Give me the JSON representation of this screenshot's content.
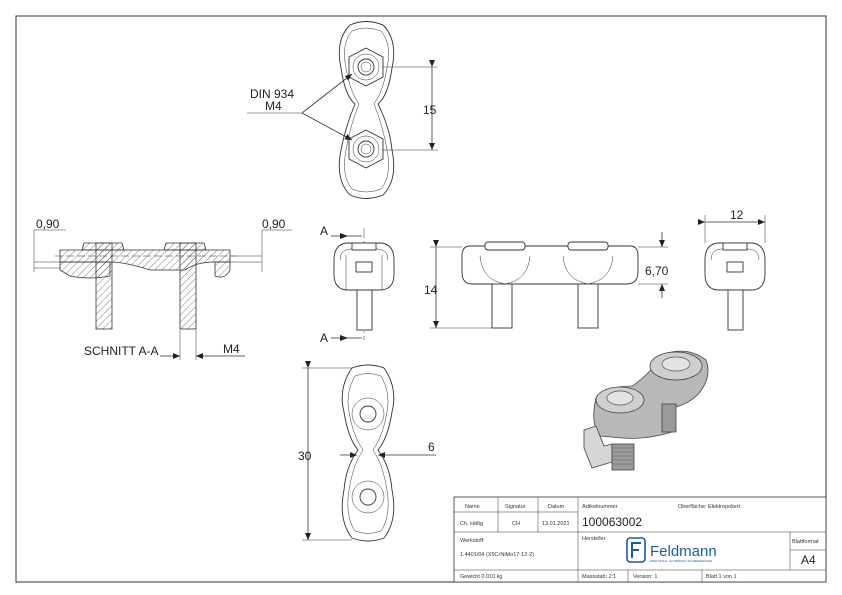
{
  "annotations": {
    "din_1": "DIN 934",
    "din_2": "M4",
    "dim_15": "15",
    "dim_090_left": "0,90",
    "dim_090_right": "0,90",
    "schnitt": "SCHNITT A-A",
    "dim_m4": "M4",
    "section_a_top": "A",
    "section_a_bottom": "A",
    "dim_14": "14",
    "dim_670": "6,70",
    "dim_12": "12",
    "dim_30": "30",
    "dim_6": "6"
  },
  "title_block": {
    "h_name": "Name",
    "h_signatur": "Signatur",
    "h_datum": "Datum",
    "name": "Ch. Häfig",
    "signatur": "CH",
    "datum": "13.01.2021",
    "werkstoff_label": "Werkstoff:",
    "werkstoff": "1.4401/04 (X5CrNiMo17-12-2)",
    "gewicht": "Gewicht 0.010 kg",
    "artikel_label": "Artikelnummer",
    "artikel": "100063002",
    "oberflaeche": "Oberfläche:  Elektropoliert",
    "hersteller_label": "Hersteller",
    "logo_text": "Feldmann",
    "logo_sub": "EDELSTAHL, ALUMINIUM, SCHMIEDEEISEN",
    "blattformat_label": "Blattformat",
    "blattformat": "A4",
    "massstab": "Massstab: 2:1",
    "version": "Version: 1",
    "blatt": "Blatt 1 von 1"
  },
  "colors": {
    "line": "#333333",
    "logo_blue": "#1c5aa6"
  }
}
